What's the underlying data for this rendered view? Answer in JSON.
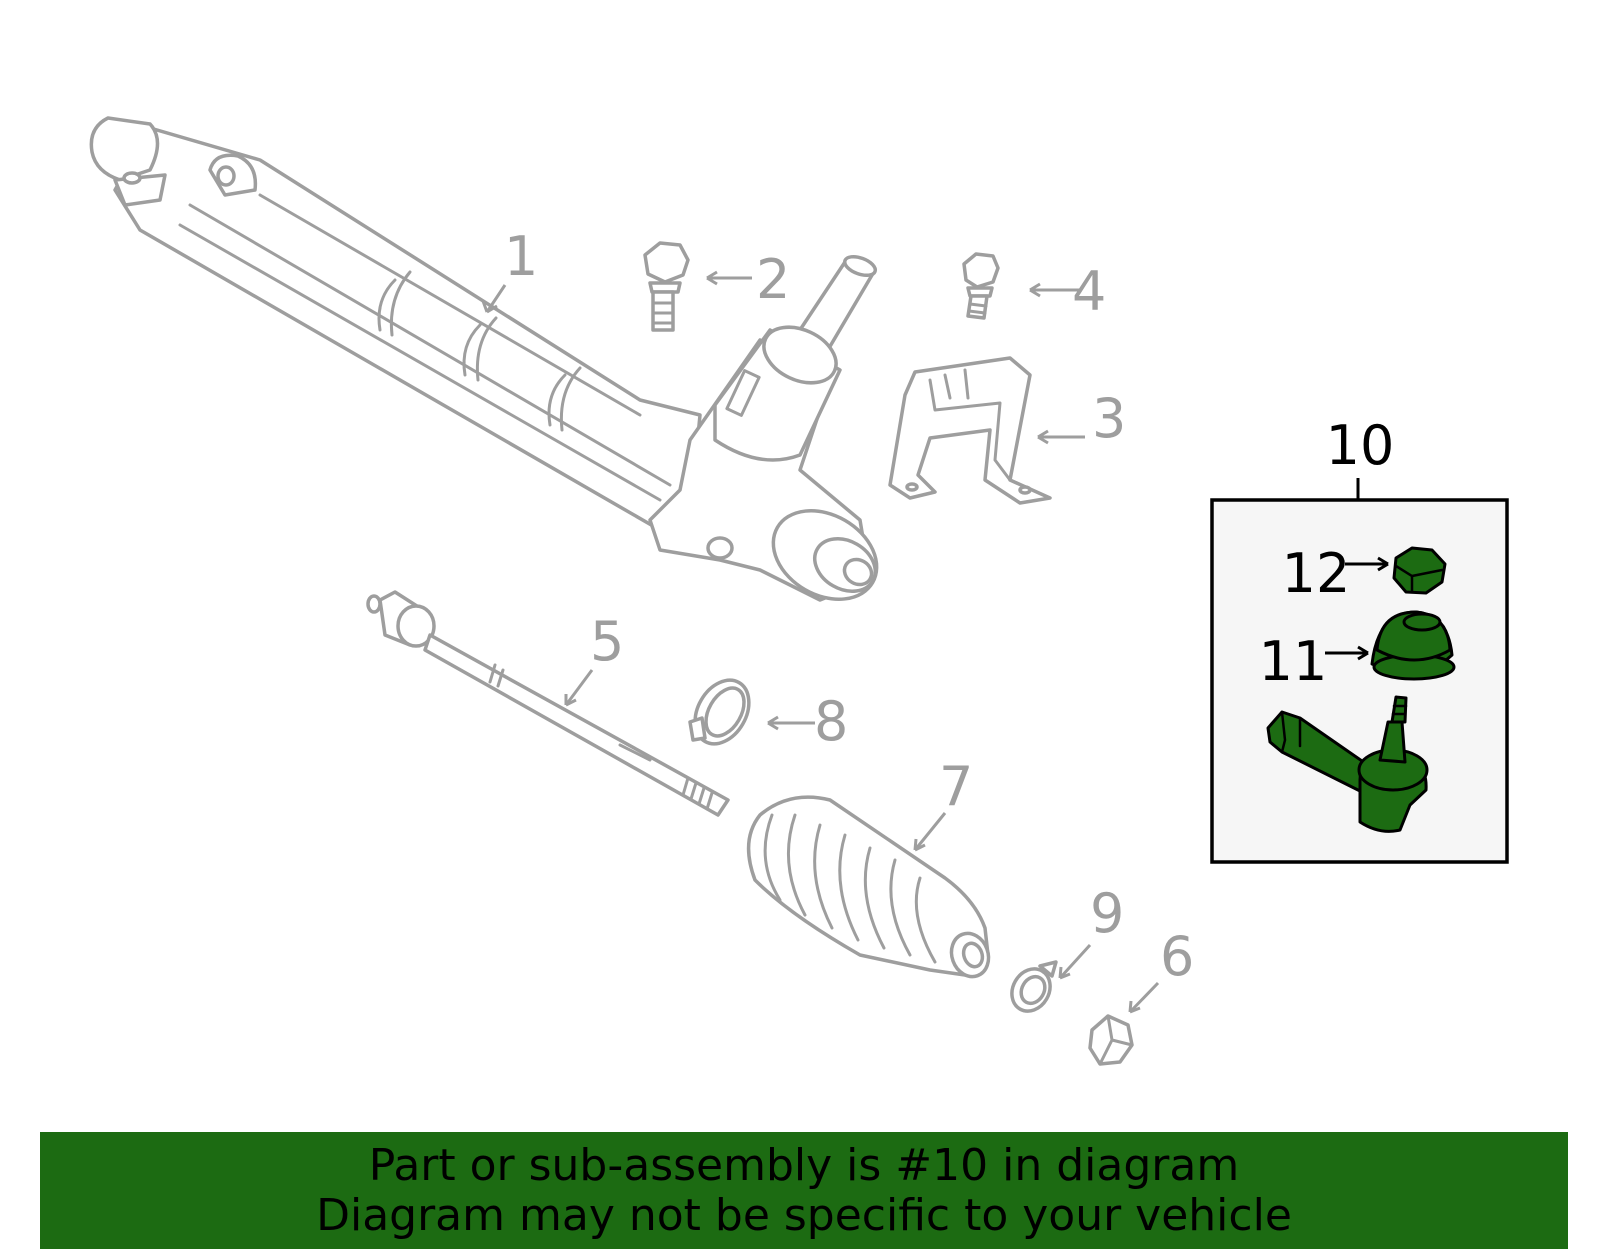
{
  "callouts": {
    "n1": "1",
    "n2": "2",
    "n3": "3",
    "n4": "4",
    "n5": "5",
    "n6": "6",
    "n7": "7",
    "n8": "8",
    "n9": "9",
    "n10": "10",
    "n11": "11",
    "n12": "12"
  },
  "banner": {
    "line1": "Part or sub-assembly is #10 in diagram",
    "line2": "Diagram may not be specific to your vehicle"
  },
  "colors": {
    "highlight": "#1c6b12",
    "outline_gray": "#9e9e9e",
    "inset_background": "#f6f6f6"
  }
}
